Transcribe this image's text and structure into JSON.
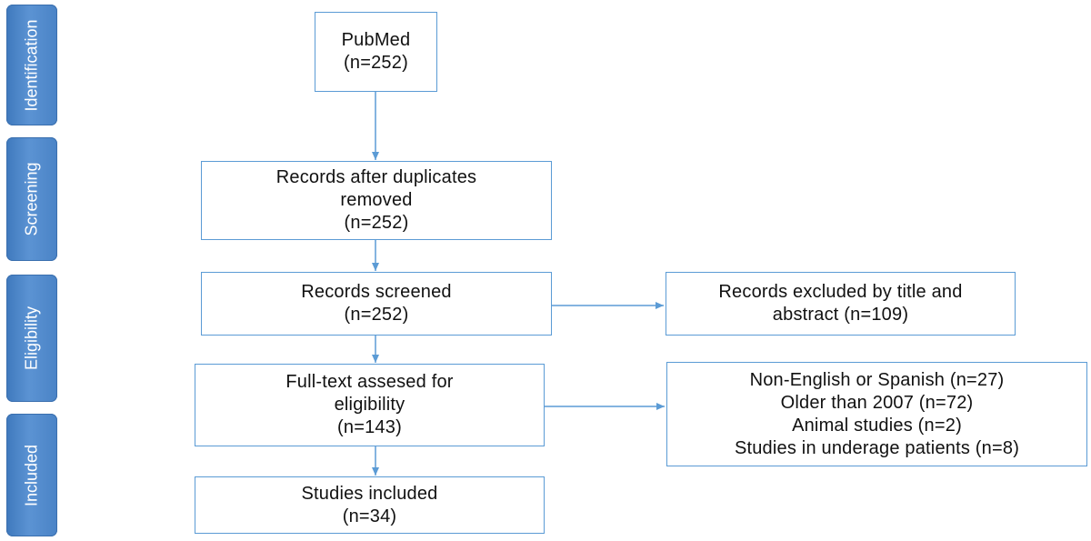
{
  "stages": [
    "Identification",
    "Screening",
    "Eligibility",
    "Included"
  ],
  "boxes": {
    "pubmed": [
      "PubMed",
      "(n=252)"
    ],
    "duplicates": [
      "Records after duplicates",
      "removed",
      "(n=252)"
    ],
    "screened": [
      "Records screened",
      "(n=252)"
    ],
    "excluded_title": [
      "Records excluded by title and",
      "abstract (n=109)"
    ],
    "fulltext": [
      "Full-text assesed for",
      "eligibility",
      "(n=143)"
    ],
    "excluded_reasons": [
      "Non-English or Spanish (n=27)",
      "Older than 2007 (n=72)",
      "Animal studies (n=2)",
      "Studies in underage patients (n=8)"
    ],
    "included": [
      "Studies included",
      "(n=34)"
    ]
  },
  "colors": {
    "stage_fill": "#4f88c9",
    "box_border": "#5b9bd5",
    "arrow": "#5b9bd5"
  }
}
